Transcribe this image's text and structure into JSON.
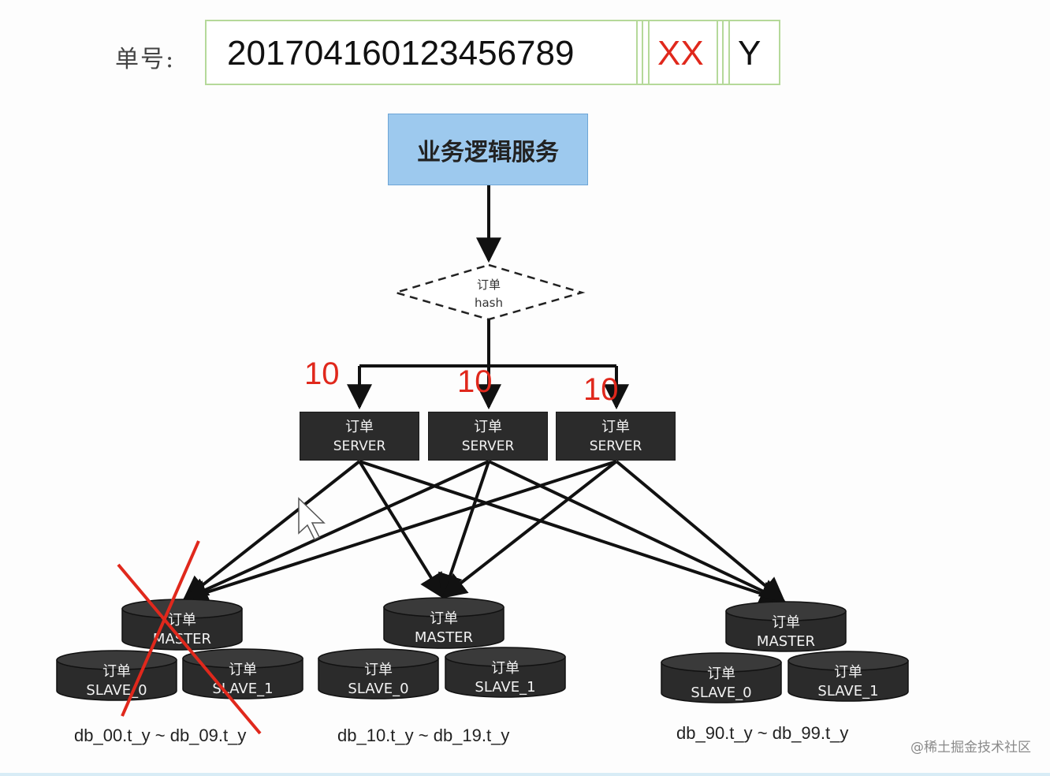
{
  "order": {
    "label": "单号:",
    "number": "201704160123456789",
    "xx": "XX",
    "y": "Y"
  },
  "service": {
    "label": "业务逻辑服务"
  },
  "hash": {
    "line1": "订单",
    "line2": "hash"
  },
  "counts": [
    "10",
    "10",
    "10"
  ],
  "servers": [
    {
      "line1": "订单",
      "line2": "SERVER"
    },
    {
      "line1": "订单",
      "line2": "SERVER"
    },
    {
      "line1": "订单",
      "line2": "SERVER"
    }
  ],
  "clusters": [
    {
      "master": {
        "line1": "订单",
        "line2": "MASTER"
      },
      "slave0": {
        "line1": "订单",
        "line2": "SLAVE_0"
      },
      "slave1": {
        "line1": "订单",
        "line2": "SLAVE_1"
      },
      "range": "db_00.t_y ~ db_09.t_y",
      "crossed": true
    },
    {
      "master": {
        "line1": "订单",
        "line2": "MASTER"
      },
      "slave0": {
        "line1": "订单",
        "line2": "SLAVE_0"
      },
      "slave1": {
        "line1": "订单",
        "line2": "SLAVE_1"
      },
      "range": "db_10.t_y ~ db_19.t_y"
    },
    {
      "master": {
        "line1": "订单",
        "line2": "MASTER"
      },
      "slave0": {
        "line1": "订单",
        "line2": "SLAVE_0"
      },
      "slave1": {
        "line1": "订单",
        "line2": "SLAVE_1"
      },
      "range": "db_90.t_y ~ db_99.t_y"
    }
  ],
  "watermark": "@稀土掘金技术社区",
  "colors": {
    "accent_red": "#e0281c",
    "service_fill": "#9dc9ee",
    "box_border": "#b5d99a",
    "node_fill": "#2b2b2b"
  }
}
